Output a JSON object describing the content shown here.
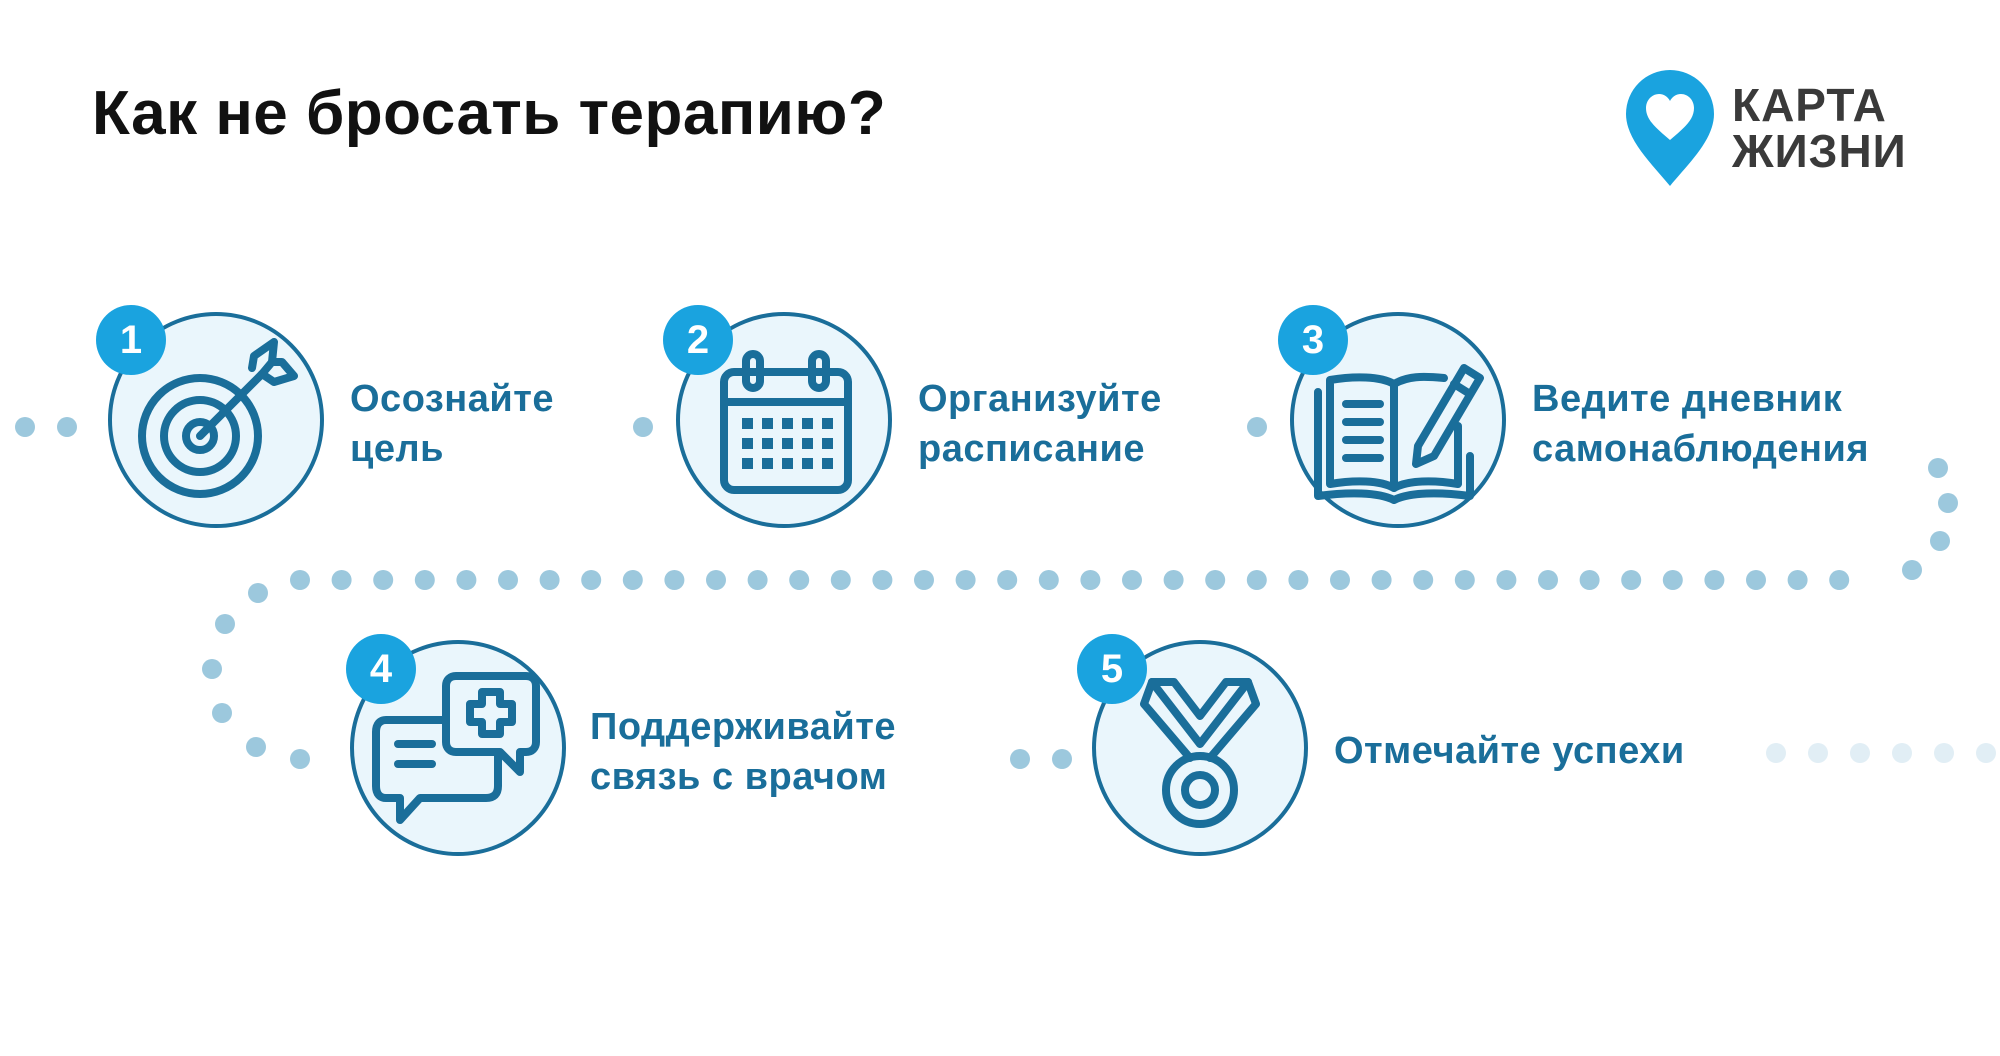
{
  "title": "Как не бросать терапию?",
  "logo": {
    "line1": "КАРТА",
    "line2": "ЖИЗНИ",
    "color": "#1aa3df"
  },
  "colors": {
    "accent": "#1aa3df",
    "outline": "#1a6e9a",
    "circle_fill": "#eaf6fc",
    "dots": "#9cc8dd",
    "dots_faded": "#e1eef5"
  },
  "steps": [
    {
      "number": "1",
      "line1": "Осознайте",
      "line2": "цель",
      "icon": "target-icon"
    },
    {
      "number": "2",
      "line1": "Организуйте",
      "line2": "расписание",
      "icon": "calendar-icon"
    },
    {
      "number": "3",
      "line1": "Ведите дневник",
      "line2": "самонаблюдения",
      "icon": "diary-icon"
    },
    {
      "number": "4",
      "line1": "Поддерживайте",
      "line2": "связь с врачом",
      "icon": "chat-medical-icon"
    },
    {
      "number": "5",
      "line1": "Отмечайте успехи",
      "line2": "",
      "icon": "medal-icon"
    }
  ]
}
